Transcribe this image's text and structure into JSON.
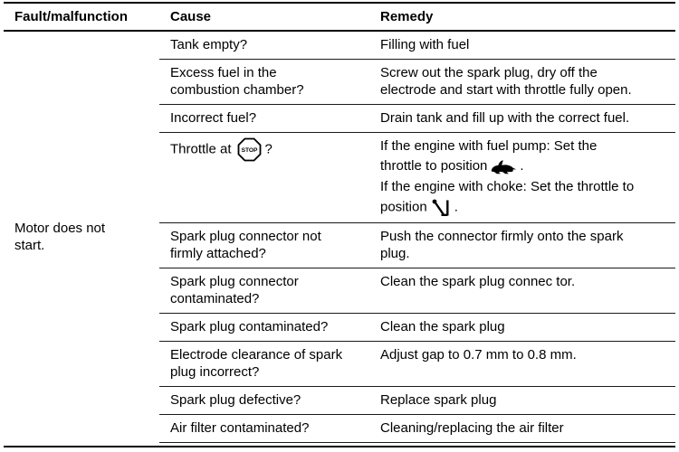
{
  "table": {
    "headers": {
      "fault": "Fault/malfunction",
      "cause": "Cause",
      "remedy": "Remedy"
    },
    "fault": "Motor does not\nstart.",
    "rows": [
      {
        "cause": "Tank empty?",
        "remedy": "Filling with fuel"
      },
      {
        "cause": "Excess fuel in the\ncombustion chamber?",
        "remedy": "Screw out the spark plug, dry off the\nelectrode and start with throttle fully open."
      },
      {
        "cause": "Incorrect fuel?",
        "remedy": "Drain tank and fill up with the correct fuel."
      },
      {
        "cause_prefix": "Throttle at",
        "cause_suffix": "?",
        "stop_icon_label": "STOP",
        "remedy_line1": "If the engine with fuel pump: Set the",
        "remedy_line2": "throttle to position",
        "remedy_line2_suffix": ".",
        "remedy_line3": "If the engine with choke: Set the throttle to",
        "remedy_line4": "position",
        "remedy_line4_suffix": "."
      },
      {
        "cause": "Spark plug connector not\nfirmly attached?",
        "remedy": "Push the connector firmly onto the spark\nplug."
      },
      {
        "cause": "Spark plug connector\ncontaminated?",
        "remedy": "Clean the spark plug connec tor."
      },
      {
        "cause": "Spark plug contaminated?",
        "remedy": "Clean the spark plug"
      },
      {
        "cause": "Electrode clearance of spark\nplug incorrect?",
        "remedy": "Adjust gap to 0.7 mm to 0.8 mm."
      },
      {
        "cause": "Spark plug defective?",
        "remedy": "Replace spark plug"
      },
      {
        "cause": "Air filter contaminated?",
        "remedy": "Cleaning/replacing the air filter"
      }
    ]
  }
}
